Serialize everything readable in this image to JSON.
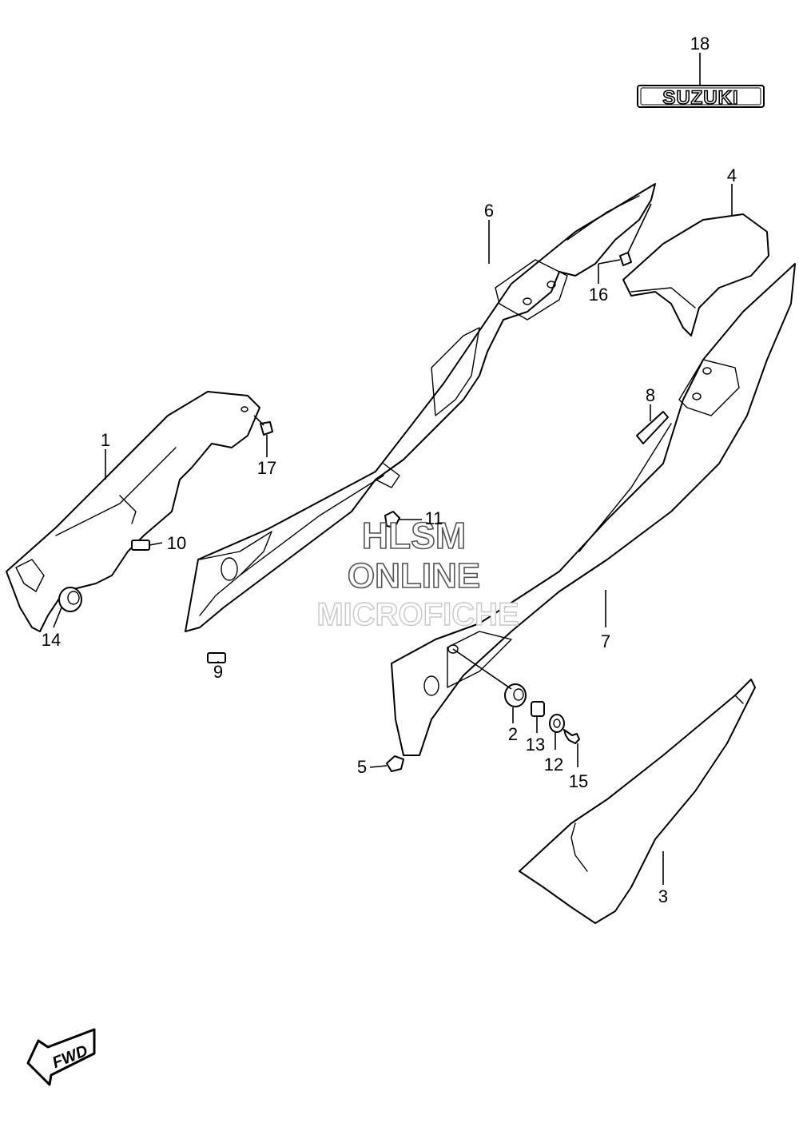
{
  "brand_logo_text": "SUZUKI",
  "forward_indicator": "FWD",
  "watermark": {
    "line1": "HLSM",
    "line2": "ONLINE",
    "line3": "MICROFICHE"
  },
  "callouts": [
    "1",
    "2",
    "3",
    "4",
    "5",
    "6",
    "7",
    "8",
    "9",
    "10",
    "11",
    "12",
    "13",
    "14",
    "15",
    "16",
    "17",
    "18"
  ]
}
